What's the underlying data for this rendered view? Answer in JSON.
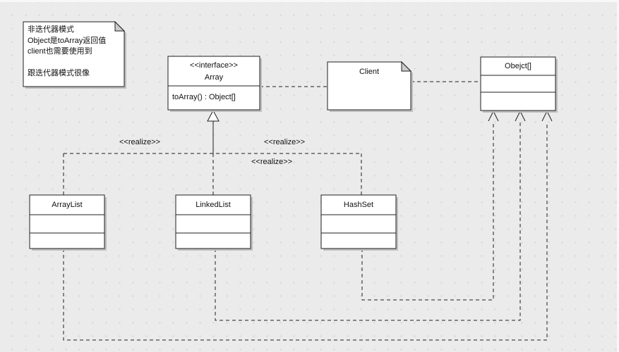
{
  "diagram": {
    "note": {
      "lines": [
        "非迭代器模式",
        "Object是toArray返回值",
        "client也需要使用到",
        "",
        "跟迭代器模式很像"
      ]
    },
    "interface": {
      "stereotype": "<<interface>>",
      "name": "Array",
      "method": "toArray() : Object[]"
    },
    "client": {
      "name": "Client"
    },
    "object_array": {
      "name": "Obejct[]"
    },
    "classes": [
      {
        "name": "ArrayList"
      },
      {
        "name": "LinkedList"
      },
      {
        "name": "HashSet"
      }
    ],
    "realize_labels": [
      {
        "text": "<<realize>>"
      },
      {
        "text": "<<realize>>"
      },
      {
        "text": "<<realize>>"
      }
    ],
    "colors": {
      "background": "#ebebeb",
      "grid_dot": "#d8d8d8",
      "box_fill": "#ffffff",
      "box_border": "#1f1f1f",
      "shadow": "#bfbfbf",
      "fold_fill": "#cccccc",
      "text": "#111111"
    }
  }
}
